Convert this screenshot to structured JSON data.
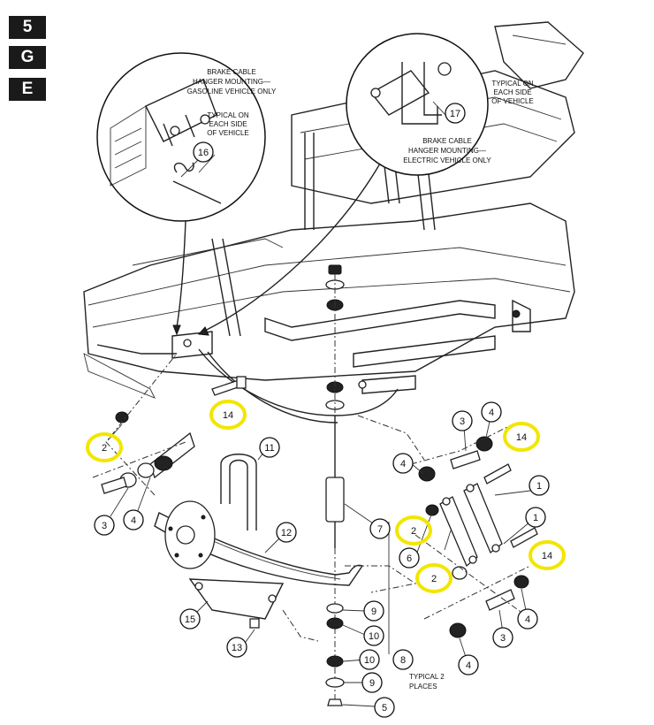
{
  "section_tabs": [
    "5",
    "G",
    "E"
  ],
  "notes": {
    "gas_title_1": "BRAKE CABLE",
    "gas_title_2": "HANGER MOUNTING—",
    "gas_title_3": "GASOLINE VEHICLE ONLY",
    "gas_typ_1": "TYPICAL ON",
    "gas_typ_2": "EACH SIDE",
    "gas_typ_3": "OF VEHICLE",
    "elec_typ_1": "TYPICAL ON",
    "elec_typ_2": "EACH SIDE",
    "elec_typ_3": "OF VEHICLE",
    "elec_title_1": "BRAKE CABLE",
    "elec_title_2": "HANGER MOUNTING—",
    "elec_title_3": "ELECTRIC VEHICLE ONLY",
    "typical_1": "TYPICAL 2",
    "typical_2": "PLACES"
  },
  "callouts": [
    {
      "label": "16",
      "highlight": false
    },
    {
      "label": "17",
      "highlight": false
    },
    {
      "label": "14",
      "highlight": true
    },
    {
      "label": "2",
      "highlight": true
    },
    {
      "label": "3",
      "highlight": false
    },
    {
      "label": "4",
      "highlight": false
    },
    {
      "label": "11",
      "highlight": false
    },
    {
      "label": "12",
      "highlight": false
    },
    {
      "label": "7",
      "highlight": false
    },
    {
      "label": "15",
      "highlight": false
    },
    {
      "label": "13",
      "highlight": false
    },
    {
      "label": "9",
      "highlight": false
    },
    {
      "label": "10",
      "highlight": false
    },
    {
      "label": "10",
      "highlight": false
    },
    {
      "label": "9",
      "highlight": false
    },
    {
      "label": "8",
      "highlight": false
    },
    {
      "label": "5",
      "highlight": false
    },
    {
      "label": "3",
      "highlight": false
    },
    {
      "label": "4",
      "highlight": false
    },
    {
      "label": "14",
      "highlight": true
    },
    {
      "label": "4",
      "highlight": false
    },
    {
      "label": "1",
      "highlight": false
    },
    {
      "label": "2",
      "highlight": true
    },
    {
      "label": "1",
      "highlight": false
    },
    {
      "label": "6",
      "highlight": false
    },
    {
      "label": "14",
      "highlight": true
    },
    {
      "label": "2",
      "highlight": true
    },
    {
      "label": "4",
      "highlight": false
    },
    {
      "label": "3",
      "highlight": false
    },
    {
      "label": "4",
      "highlight": false
    }
  ],
  "colors": {
    "highlight": "#f2e600",
    "ink": "#111111",
    "tab_bg": "#1a1a1a"
  }
}
